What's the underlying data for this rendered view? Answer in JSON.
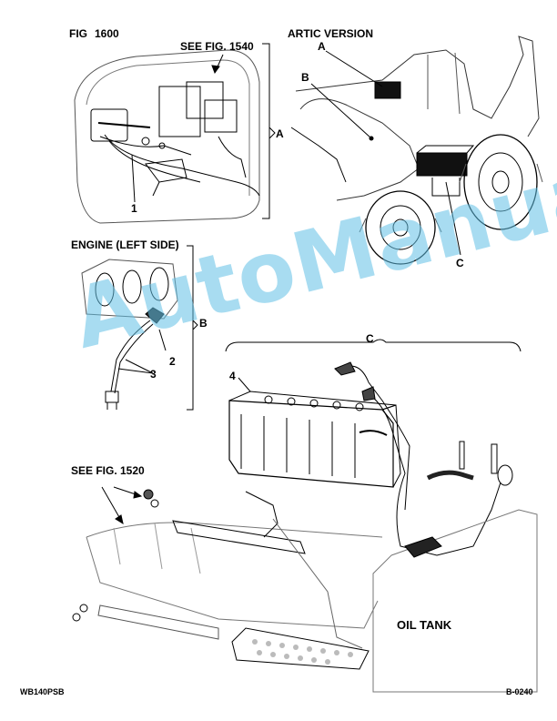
{
  "header": {
    "figure_label": "FIG",
    "figure_number": "1600",
    "see_ref_top": "SEE FIG. 1540",
    "artic_version": "ARTIC VERSION",
    "engine_left_side": "ENGINE (LEFT SIDE)",
    "see_ref_left": "SEE FIG. 1520"
  },
  "callouts": {
    "a_bracket": "A",
    "a_artic": "A",
    "b_artic": "B",
    "c_artic": "C",
    "b_bracket": "B",
    "c_bracket": "C",
    "item1": "1",
    "item2": "2",
    "item3": "3",
    "item4": "4"
  },
  "labels": {
    "oil_tank": "OIL TANK"
  },
  "footer": {
    "left_code": "WB140PSB",
    "right_code": "B-0240"
  },
  "watermark": "AutoManual"
}
